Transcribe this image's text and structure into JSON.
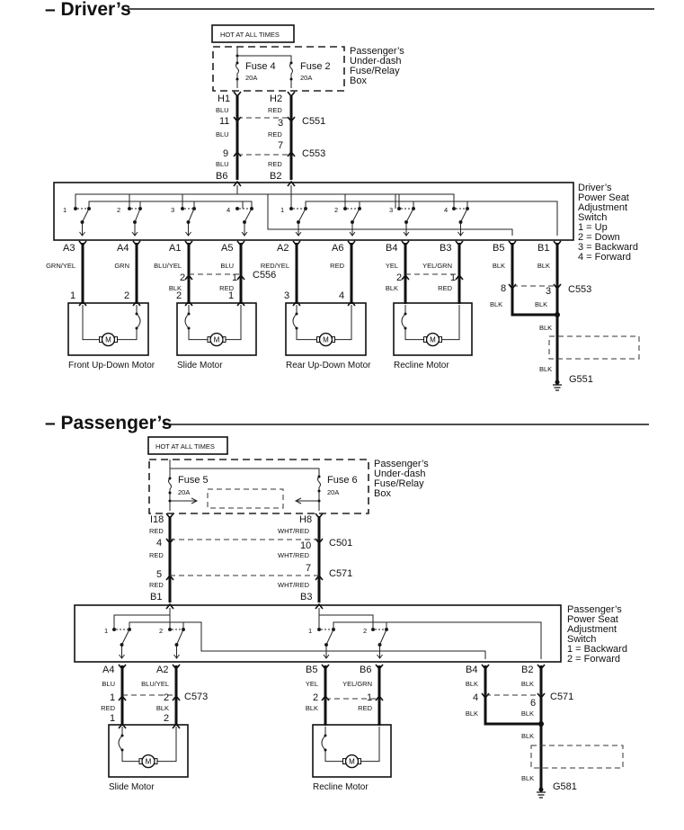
{
  "drivers": {
    "section_title": "– Driver’s",
    "hot_label": "HOT AT ALL TIMES",
    "fuse_box_label": [
      "Passenger’s",
      "Under-dash",
      "Fuse/Relay",
      "Box"
    ],
    "fuses": [
      {
        "name": "Fuse 4",
        "rating": "20A"
      },
      {
        "name": "Fuse 2",
        "rating": "20A"
      }
    ],
    "feed_left": {
      "pins": [
        "H1",
        "11",
        "9",
        "B6"
      ],
      "colors": [
        "BLU",
        "BLU",
        "BLU"
      ]
    },
    "feed_right": {
      "pins": [
        "H2",
        "3",
        "7",
        "B2"
      ],
      "colors": [
        "RED",
        "RED",
        "RED"
      ]
    },
    "connectors": [
      "C551",
      "C553"
    ],
    "switch_label": [
      "Driver’s",
      "Power Seat",
      "Adjustment",
      "Switch",
      "1 = Up",
      "2 = Down",
      "3 = Backward",
      "4 = Forward"
    ],
    "switch_positions_left": [
      "1",
      "2",
      "3",
      "4"
    ],
    "switch_positions_right": [
      "1",
      "2",
      "3",
      "4"
    ],
    "outputs": [
      {
        "pin": "A3",
        "color": "GRN/YEL",
        "motor_pin": "1"
      },
      {
        "pin": "A4",
        "color": "GRN",
        "motor_pin": "2"
      },
      {
        "pin": "A1",
        "color": "BLU/YEL",
        "mid_pin": "2",
        "color2": "BLK",
        "motor_pin": "2"
      },
      {
        "pin": "A5",
        "color": "BLU",
        "mid_pin": "1",
        "color2": "RED",
        "motor_pin": "1"
      },
      {
        "pin": "A2",
        "color": "RED/YEL",
        "motor_pin": "3"
      },
      {
        "pin": "A6",
        "color": "RED",
        "motor_pin": "4"
      },
      {
        "pin": "B4",
        "color": "YEL",
        "mid_pin": "2",
        "color2": "BLK"
      },
      {
        "pin": "B3",
        "color": "YEL/GRN",
        "mid_pin": "1",
        "color2": "RED"
      },
      {
        "pin": "B5",
        "color": "BLK",
        "mid_pin": "8",
        "color2": "BLK"
      },
      {
        "pin": "B1",
        "color": "BLK",
        "mid_pin": "3",
        "color2": "BLK"
      }
    ],
    "mid_connectors": [
      "C556",
      "C553"
    ],
    "motors": [
      "Front Up-Down Motor",
      "Slide Motor",
      "Rear Up-Down Motor",
      "Recline Motor"
    ],
    "motor_symbol": "M",
    "ground_wires": [
      "BLK",
      "BLK"
    ],
    "ground": "G551"
  },
  "passengers": {
    "section_title": "– Passenger’s",
    "hot_label": "HOT AT ALL TIMES",
    "fuse_box_label": [
      "Passenger’s",
      "Under-dash",
      "Fuse/Relay",
      "Box"
    ],
    "fuses": [
      {
        "name": "Fuse 5",
        "rating": "20A"
      },
      {
        "name": "Fuse 6",
        "rating": "20A"
      }
    ],
    "feed_left": {
      "pins": [
        "I18",
        "4",
        "5",
        "B1"
      ],
      "colors": [
        "RED",
        "RED",
        "RED"
      ]
    },
    "feed_right": {
      "pins": [
        "H8",
        "10",
        "7",
        "B3"
      ],
      "colors": [
        "WHT/RED",
        "WHT/RED",
        "WHT/RED"
      ]
    },
    "connectors": [
      "C501",
      "C571"
    ],
    "switch_label": [
      "Passenger’s",
      "Power Seat",
      "Adjustment",
      "Switch",
      "1 = Backward",
      "2 = Forward"
    ],
    "switch_positions": [
      "1",
      "2",
      "1",
      "2"
    ],
    "outputs": [
      {
        "pin": "A4",
        "color": "BLU",
        "mid_pin": "1",
        "color2": "RED",
        "motor_pin": "1"
      },
      {
        "pin": "A2",
        "color": "BLU/YEL",
        "mid_pin": "2",
        "color2": "BLK",
        "motor_pin": "2"
      },
      {
        "pin": "B5",
        "color": "YEL",
        "mid_pin": "2",
        "color2": "BLK"
      },
      {
        "pin": "B6",
        "color": "YEL/GRN",
        "mid_pin": "1",
        "color2": "RED"
      },
      {
        "pin": "B4",
        "color": "BLK",
        "mid_pin": "4",
        "color2": "BLK"
      },
      {
        "pin": "B2",
        "color": "BLK",
        "mid_pin": "6",
        "color2": "BLK"
      }
    ],
    "mid_connectors": [
      "C573",
      "C571"
    ],
    "motors": [
      "Slide Motor",
      "Recline Motor"
    ],
    "motor_symbol": "M",
    "ground_wires": [
      "BLK",
      "BLK"
    ],
    "ground": "G581"
  }
}
